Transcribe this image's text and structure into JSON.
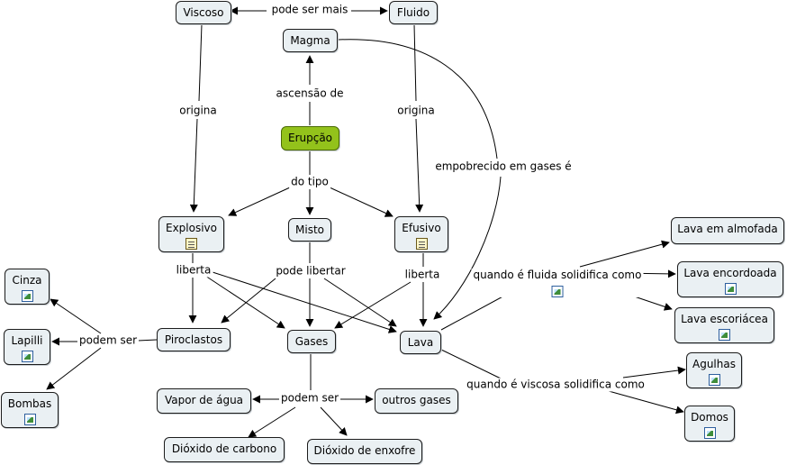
{
  "concepts": {
    "viscoso": "Viscoso",
    "fluido": "Fluido",
    "magma": "Magma",
    "erupcao": "Erupção",
    "explosivo": "Explosivo",
    "misto": "Misto",
    "efusivo": "Efusivo",
    "cinza": "Cinza",
    "lapilli": "Lapilli",
    "bombas": "Bombas",
    "piroclastos": "Piroclastos",
    "gases": "Gases",
    "lava": "Lava",
    "lava_almofada": "Lava em almofada",
    "lava_encordoada": "Lava encordoada",
    "lava_escoriacea": "Lava escoriácea",
    "agulhas": "Agulhas",
    "domos": "Domos",
    "vapor": "Vapor de água",
    "outros_gases": "outros gases",
    "dioxido_carbono": "Dióxido de carbono",
    "dioxido_enxofre": "Dióxido de enxofre"
  },
  "linking_phrases": {
    "pode_ser_mais": "pode ser mais",
    "origina_left": "origina",
    "origina_right": "origina",
    "ascensao": "ascensão de",
    "do_tipo": "do tipo",
    "empobrecido": "empobrecido em gases é",
    "liberta_left": "liberta",
    "pode_libertar": "pode libertar",
    "liberta_right": "liberta",
    "fluida": "quando é fluida solidifica como",
    "podem_ser_left": "podem ser",
    "viscosa": "quando é viscosa solidifica como",
    "podem_ser_gases": "podem ser"
  },
  "icons": {
    "image": "image-icon",
    "document": "document-icon"
  },
  "colors": {
    "root_fill": "#93c21b",
    "node_fill": "#eaf0f3",
    "line": "#000000"
  }
}
